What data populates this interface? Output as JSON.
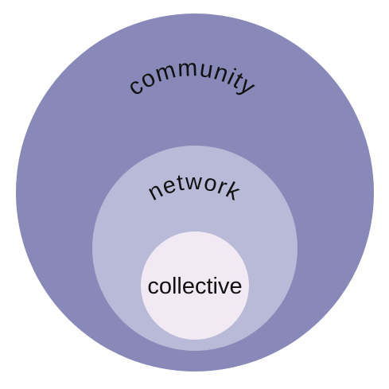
{
  "layers": {
    "outer": {
      "label": "community",
      "color": "#8889b8"
    },
    "middle": {
      "label": "network",
      "color": "#b9bad8"
    },
    "inner": {
      "label": "collective",
      "color": "#f1e9f3"
    }
  }
}
